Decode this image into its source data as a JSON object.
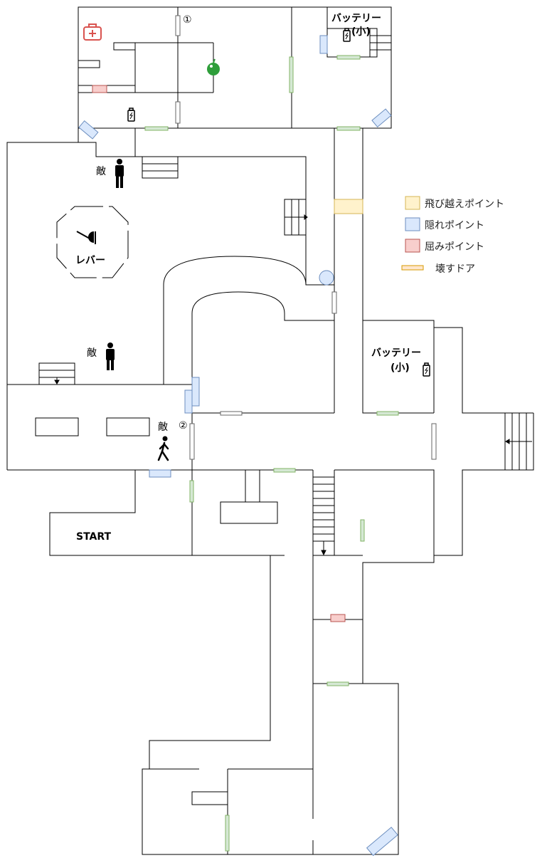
{
  "labels": {
    "start": "START",
    "lever": "レバー",
    "enemy": "敵",
    "battery_top": "バッテリー",
    "battery_top_size": "(小)",
    "battery_right": "バッテリー",
    "battery_right_size": "(小)",
    "marker_1": "①",
    "marker_2": "②"
  },
  "legend": {
    "jump_point": "飛び越えポイント",
    "hide_point": "隠れポイント",
    "crouch_point": "屈みポイント",
    "breakable_door": "壊すドア"
  },
  "colors": {
    "jump": "#fff2cc",
    "jump_border": "#d6b656",
    "hide": "#dae8fc",
    "hide_border": "#6c8ebf",
    "crouch": "#f8cecc",
    "crouch_border": "#b85450",
    "door_green": "#d5e8d4",
    "door_green_border": "#82b366",
    "breakable": "#ffe6cc",
    "breakable_border": "#d79b00",
    "medkit": "#d9534f",
    "apple": "#2e9e3a"
  },
  "icons": {
    "medkit": "medkit-icon",
    "apple": "apple-icon",
    "battery": "battery-icon",
    "enemy": "enemy-figure-icon",
    "walking_enemy": "walking-enemy-icon",
    "lever": "lever-icon"
  }
}
